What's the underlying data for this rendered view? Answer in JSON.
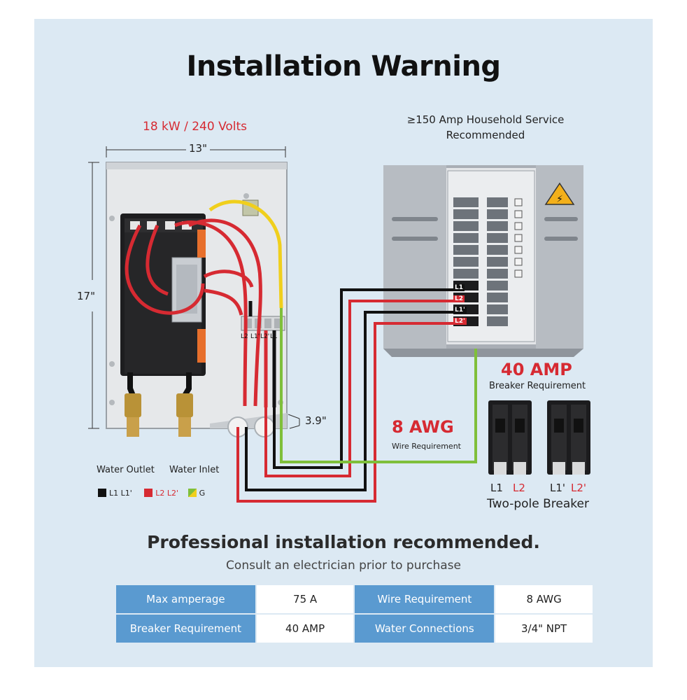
{
  "title": "Installation Warning",
  "heater": {
    "rating": "18 kW / 240 Volts",
    "width": "13\"",
    "height": "17\"",
    "depth": "3.9\"",
    "water_outlet": "Water Outlet",
    "water_inlet": "Water Inlet"
  },
  "terminal_labels": [
    "L2",
    "L1'",
    "L2'",
    "L1"
  ],
  "service": {
    "line1": "≥150 Amp Household Service",
    "line2": "Recommended"
  },
  "panel_labels": [
    "L1",
    "L2",
    "L1'",
    "L2'"
  ],
  "wire": {
    "size": "8 AWG",
    "caption": "Wire Requirement"
  },
  "breaker": {
    "amp": "40 AMP",
    "caption": "Breaker Requirement",
    "labels": [
      "L1",
      "L2",
      "L1'",
      "L2'"
    ],
    "name": "Two-pole Breaker"
  },
  "legend": [
    {
      "text": "L1  L1'",
      "color": "#111111"
    },
    {
      "text": "L2  L2'",
      "color": "#d62a32"
    },
    {
      "text": "G",
      "color": "#7fbf3a"
    }
  ],
  "recommend": {
    "headline": "Professional installation recommended.",
    "sub": "Consult an electrician prior to purchase"
  },
  "specs": {
    "rows": [
      {
        "k1": "Max amperage",
        "v1": "75 A",
        "k2": "Wire Requirement",
        "v2": "8  AWG"
      },
      {
        "k1": "Breaker Requirement",
        "v1": "40 AMP",
        "k2": "Water Connections",
        "v2": "3/4\" NPT"
      }
    ]
  },
  "colors": {
    "background": "#dce9f3",
    "accent_red": "#d62a32",
    "table_key": "#5a9ad0",
    "ground_green": "#7fbf3a"
  }
}
